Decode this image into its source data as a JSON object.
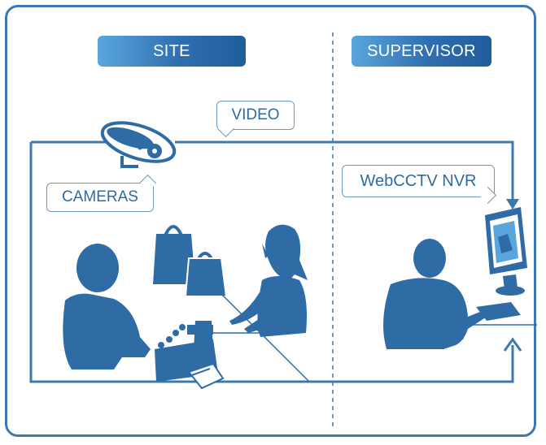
{
  "colors": {
    "frame": "#3d79b0",
    "figure": "#2f6ba5",
    "figure_dark": "#255d94",
    "callout_text": "#2e6aa3",
    "pill_gradient_start": "#5aa6dc",
    "pill_gradient_end": "#1f5c9a"
  },
  "labels": {
    "site": "SITE",
    "supervisor": "SUPERVISOR"
  },
  "callouts": {
    "video": "VIDEO",
    "cameras": "CAMERAS",
    "nvr": "WebCCTV NVR"
  },
  "icons": {
    "camera": "security-camera-icon",
    "shopping_bags": "shopping-bag-icon",
    "cash_register": "cash-register-icon",
    "monitor": "nvr-monitor-icon",
    "customer": "person-icon",
    "cashier": "person-icon",
    "supervisor": "person-icon"
  }
}
